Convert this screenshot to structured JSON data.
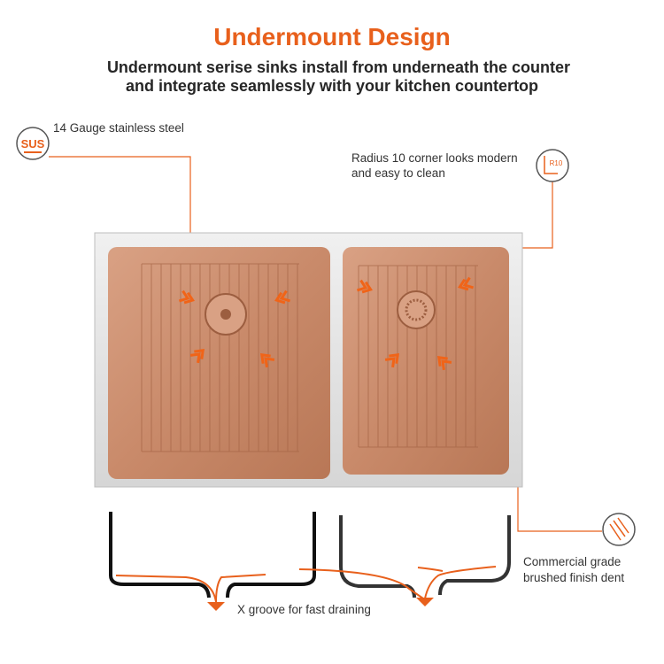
{
  "header": {
    "title": "Undermount Design",
    "subtitle_line1": "Undermount serise sinks install from underneath the counter",
    "subtitle_line2": "and integrate seamlessly with your kitchen countertop"
  },
  "callouts": {
    "steel": {
      "icon_label": "SUS",
      "text": "14 Gauge stainless steel"
    },
    "corner": {
      "icon_label": "R10",
      "line1": "Radius 10 corner looks modern",
      "line2": "and easy to clean"
    },
    "finish": {
      "line1": "Commercial grade",
      "line2": "brushed finish dent"
    },
    "groove": {
      "text": "X groove for fast draining"
    }
  },
  "colors": {
    "accent": "#e8601c",
    "copper": "#c98a6a",
    "steel": "#e4e4e4"
  }
}
